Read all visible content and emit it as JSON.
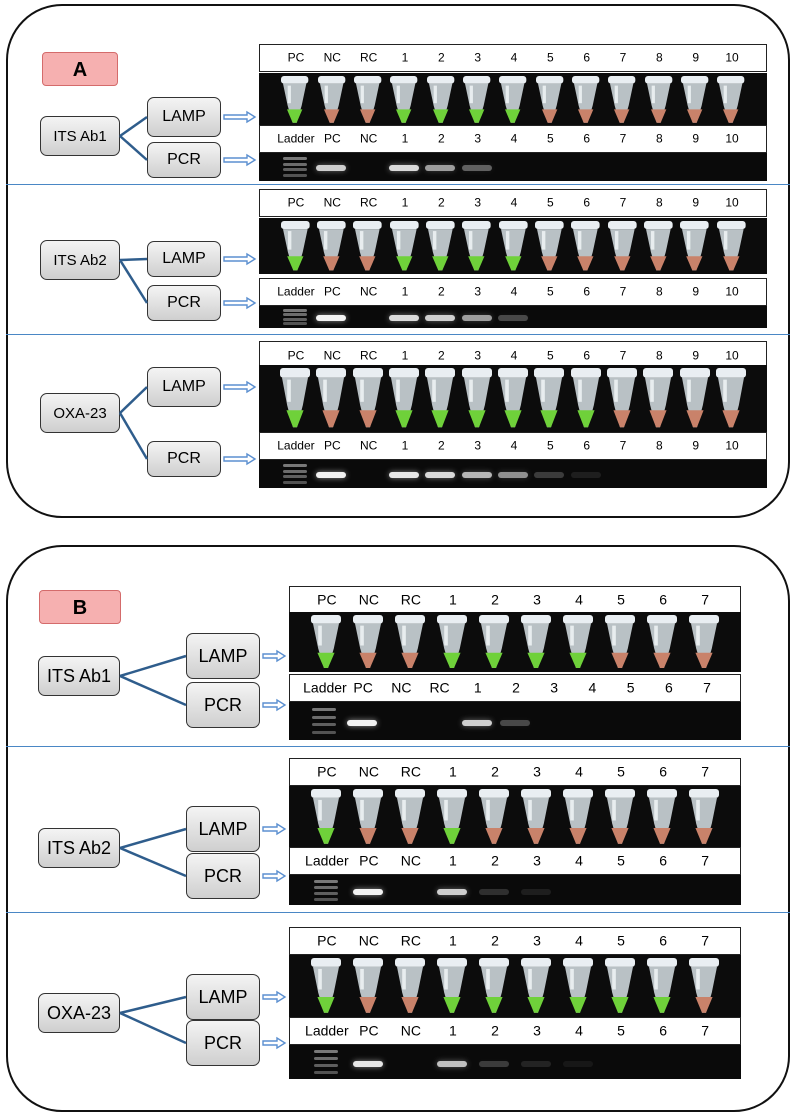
{
  "colors": {
    "panel_label_bg": "#f6b0b0",
    "divider": "#4a87c5",
    "connector": "#2f5d8c",
    "arrow": "#5b8fd0",
    "positive_tube": "#6fd13a",
    "negative_tube": "#c9826a",
    "gel_band": "#ffffff"
  },
  "panels": [
    {
      "label": "A",
      "rows": [
        {
          "gene": "ITS Ab1",
          "lamp_label": "LAMP",
          "pcr_label": "PCR",
          "lamp_lanes": [
            "PC",
            "NC",
            "RC",
            "1",
            "2",
            "3",
            "4",
            "5",
            "6",
            "7",
            "8",
            "9",
            "10"
          ],
          "lamp_results": [
            "pos",
            "neg",
            "neg",
            "pos",
            "pos",
            "pos",
            "pos",
            "neg",
            "neg",
            "neg",
            "neg",
            "neg",
            "neg"
          ],
          "pcr_lanes": [
            "Ladder",
            "PC",
            "NC",
            "1",
            "2",
            "3",
            "4",
            "5",
            "6",
            "7",
            "8",
            "9",
            "10"
          ],
          "pcr_intensity": [
            1,
            0.8,
            0,
            0.85,
            0.6,
            0.35,
            0,
            0,
            0,
            0,
            0,
            0,
            0
          ]
        },
        {
          "gene": "ITS Ab2",
          "lamp_label": "LAMP",
          "pcr_label": "PCR",
          "lamp_lanes": [
            "PC",
            "NC",
            "RC",
            "1",
            "2",
            "3",
            "4",
            "5",
            "6",
            "7",
            "8",
            "9",
            "10"
          ],
          "lamp_results": [
            "pos",
            "neg",
            "neg",
            "pos",
            "pos",
            "pos",
            "pos",
            "neg",
            "neg",
            "neg",
            "neg",
            "neg",
            "neg"
          ],
          "pcr_lanes": [
            "Ladder",
            "PC",
            "NC",
            "1",
            "2",
            "3",
            "4",
            "5",
            "6",
            "7",
            "8",
            "9",
            "10"
          ],
          "pcr_intensity": [
            1,
            0.95,
            0,
            0.85,
            0.8,
            0.6,
            0.25,
            0,
            0,
            0,
            0,
            0,
            0
          ]
        },
        {
          "gene": "OXA-23",
          "lamp_label": "LAMP",
          "pcr_label": "PCR",
          "lamp_lanes": [
            "PC",
            "NC",
            "RC",
            "1",
            "2",
            "3",
            "4",
            "5",
            "6",
            "7",
            "8",
            "9",
            "10"
          ],
          "lamp_results": [
            "pos",
            "neg",
            "neg",
            "pos",
            "pos",
            "pos",
            "pos",
            "pos",
            "pos",
            "neg",
            "neg",
            "neg",
            "neg"
          ],
          "pcr_lanes": [
            "Ladder",
            "PC",
            "NC",
            "1",
            "2",
            "3",
            "4",
            "5",
            "6",
            "7",
            "8",
            "9",
            "10"
          ],
          "pcr_intensity": [
            1,
            0.95,
            0,
            0.9,
            0.85,
            0.7,
            0.55,
            0.2,
            0.08,
            0,
            0,
            0,
            0
          ]
        }
      ]
    },
    {
      "label": "B",
      "rows": [
        {
          "gene": "ITS Ab1",
          "lamp_label": "LAMP",
          "pcr_label": "PCR",
          "lamp_lanes": [
            "PC",
            "NC",
            "RC",
            "1",
            "2",
            "3",
            "4",
            "5",
            "6",
            "7"
          ],
          "lamp_results": [
            "pos",
            "neg",
            "neg",
            "pos",
            "pos",
            "pos",
            "pos",
            "neg",
            "neg",
            "neg"
          ],
          "pcr_lanes": [
            "Ladder",
            "PC",
            "NC",
            "RC",
            "1",
            "2",
            "3",
            "4",
            "5",
            "6",
            "7"
          ],
          "pcr_intensity": [
            1,
            0.95,
            0,
            0,
            0.8,
            0.25,
            0,
            0,
            0,
            0,
            0
          ]
        },
        {
          "gene": "ITS Ab2",
          "lamp_label": "LAMP",
          "pcr_label": "PCR",
          "lamp_lanes": [
            "PC",
            "NC",
            "RC",
            "1",
            "2",
            "3",
            "4",
            "5",
            "6",
            "7"
          ],
          "lamp_results": [
            "pos",
            "neg",
            "neg",
            "pos",
            "neg",
            "neg",
            "neg",
            "neg",
            "neg",
            "neg"
          ],
          "pcr_lanes": [
            "Ladder",
            "PC",
            "NC",
            "1",
            "2",
            "3",
            "4",
            "5",
            "6",
            "7"
          ],
          "pcr_intensity": [
            1,
            0.95,
            0,
            0.8,
            0.15,
            0.08,
            0,
            0,
            0,
            0
          ]
        },
        {
          "gene": "OXA-23",
          "lamp_label": "LAMP",
          "pcr_label": "PCR",
          "lamp_lanes": [
            "PC",
            "NC",
            "RC",
            "1",
            "2",
            "3",
            "4",
            "5",
            "6",
            "7"
          ],
          "lamp_results": [
            "pos",
            "neg",
            "neg",
            "pos",
            "pos",
            "pos",
            "pos",
            "pos",
            "pos",
            "neg"
          ],
          "pcr_lanes": [
            "Ladder",
            "PC",
            "NC",
            "1",
            "2",
            "3",
            "4",
            "5",
            "6",
            "7"
          ],
          "pcr_intensity": [
            1,
            0.9,
            0,
            0.75,
            0.2,
            0.1,
            0.05,
            0,
            0,
            0
          ]
        }
      ]
    }
  ]
}
